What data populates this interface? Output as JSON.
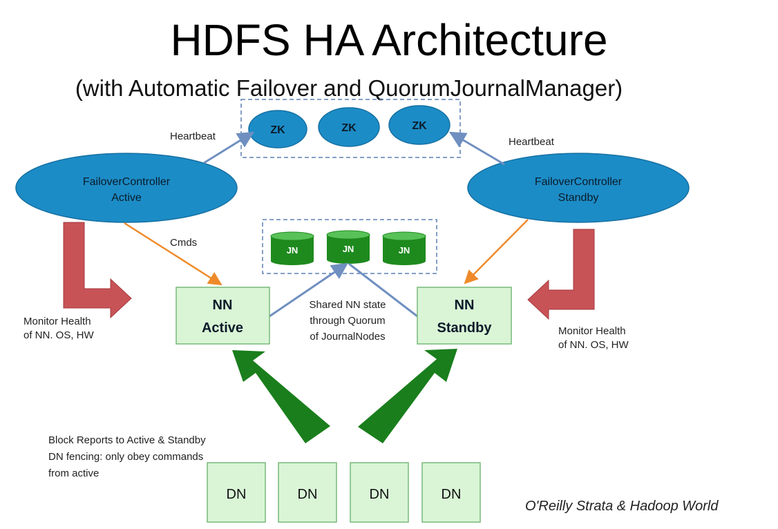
{
  "title": "HDFS HA Architecture",
  "subtitle": "(with Automatic Failover and QuorumJournalManager)",
  "colors": {
    "ellipse_fill": "#1c8cc6",
    "ellipse_stroke": "#1670a2",
    "box_fill": "#d9f5d6",
    "box_stroke": "#79b87a",
    "jn_fill": "#1e8a1e",
    "jn_top": "#58c258",
    "heartbeat_arrow": "#6f8fc0",
    "cmd_arrow": "#ef8a2a",
    "monitor_arrow": "#c75357",
    "block_arrow": "#1a7e1c"
  },
  "zookeeper": {
    "nodes": [
      "ZK",
      "ZK",
      "ZK"
    ]
  },
  "journal_nodes": {
    "nodes": [
      "JN",
      "JN",
      "JN"
    ]
  },
  "failover_controllers": {
    "active": {
      "line1": "FailoverController",
      "line2": "Active"
    },
    "standby": {
      "line1": "FailoverController",
      "line2": "Standby"
    }
  },
  "namenodes": {
    "active": {
      "line1": "NN",
      "line2": "Active"
    },
    "standby": {
      "line1": "NN",
      "line2": "Standby"
    }
  },
  "datanodes": [
    "DN",
    "DN",
    "DN",
    "DN"
  ],
  "labels": {
    "heartbeat_left": "Heartbeat",
    "heartbeat_right": "Heartbeat",
    "cmds": "Cmds",
    "monitor_left_1": "Monitor Health",
    "monitor_left_2": "of NN. OS, HW",
    "monitor_right_1": "Monitor Health",
    "monitor_right_2": "of NN. OS, HW",
    "shared_1": "Shared NN state",
    "shared_2": "through Quorum",
    "shared_3": "of JournalNodes",
    "block_1": "Block Reports to Active & Standby",
    "block_2": "DN fencing: only obey commands",
    "block_3": "from active",
    "credit": "O'Reilly Strata & Hadoop World"
  }
}
